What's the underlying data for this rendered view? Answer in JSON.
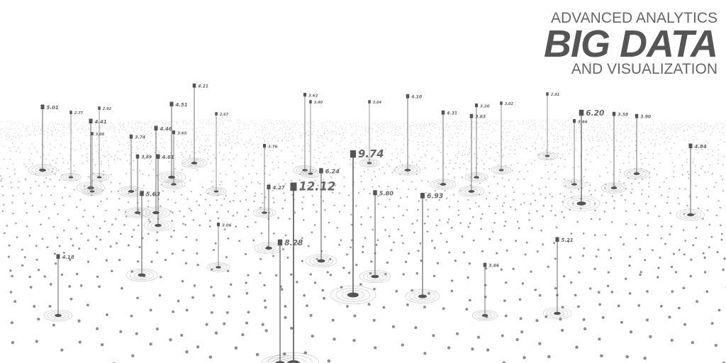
{
  "title": {
    "line1": "ADVANCED ANALYTICS",
    "line2": "BIG DATA",
    "line3": "AND VISUALIZATION"
  },
  "colors": {
    "marker": "#555555",
    "dot": "#777777",
    "text": "#666666",
    "background": "#ffffff"
  },
  "markers": [
    {
      "value": "5.01"
    },
    {
      "value": "4.21"
    },
    {
      "value": "4.51"
    },
    {
      "value": "4.46"
    },
    {
      "value": "4.41"
    },
    {
      "value": "3.74"
    },
    {
      "value": "4.61"
    },
    {
      "value": "3.89"
    },
    {
      "value": "5.63"
    },
    {
      "value": "3.76"
    },
    {
      "value": "3.62"
    },
    {
      "value": "3.40"
    },
    {
      "value": "6.24"
    },
    {
      "value": "12.12"
    },
    {
      "value": "4.27"
    },
    {
      "value": "9.74"
    },
    {
      "value": "4.10"
    },
    {
      "value": "3.04"
    },
    {
      "value": "5.80"
    },
    {
      "value": "6.93"
    },
    {
      "value": "3.20"
    },
    {
      "value": "3.63"
    },
    {
      "value": "3.02"
    },
    {
      "value": "2.91"
    },
    {
      "value": "6.20"
    },
    {
      "value": "3.58"
    },
    {
      "value": "3.90"
    },
    {
      "value": "3.46"
    },
    {
      "value": "4.84"
    },
    {
      "value": "4.18"
    },
    {
      "value": "8.28"
    },
    {
      "value": "3.66"
    },
    {
      "value": "5.21"
    },
    {
      "value": "3.06"
    },
    {
      "value": "4.31"
    },
    {
      "value": "3.65"
    },
    {
      "value": "3.08"
    },
    {
      "value": "2.92"
    },
    {
      "value": "2.77"
    },
    {
      "value": "2.67"
    }
  ]
}
